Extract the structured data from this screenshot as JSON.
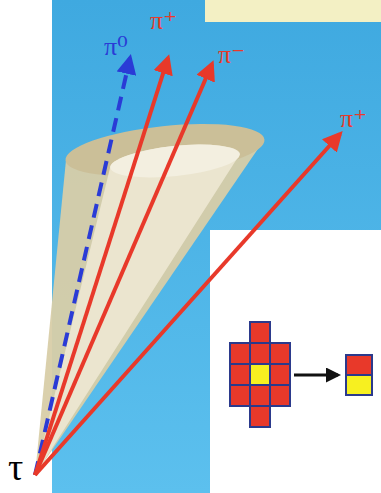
{
  "diagram": {
    "labels": [
      "π⁰",
      "π⁺",
      "π⁻",
      "π⁺",
      "τ"
    ]
  }
}
